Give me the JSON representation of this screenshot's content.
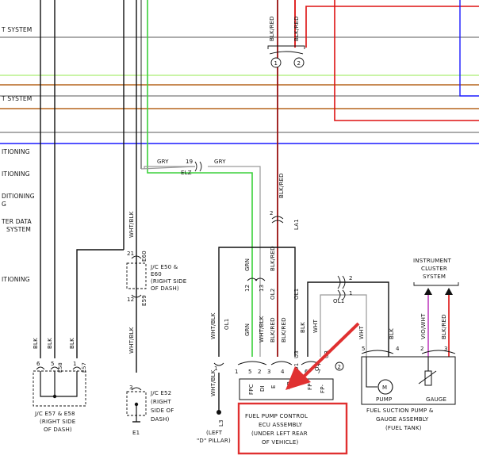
{
  "labels": {
    "left_systems": [
      "T SYSTEM",
      "T SYSTEM",
      "ITIONING",
      "ITIONING",
      "DITIONING",
      "G",
      "TER DATA",
      "SYSTEM",
      "ITIONING"
    ],
    "gry_left": "GRY",
    "gry_right": "GRY",
    "conn_19": "19",
    "elz": "ELZ",
    "blkred_top_1": "BLK/RED",
    "blkred_top_2": "BLK/RED",
    "circ_1": "1",
    "circ_2": "2",
    "blkred_mid": "BLK/RED",
    "la1_pin": "2",
    "la1": "LA1",
    "whtblk_vert": "WHT/BLK",
    "e60_pin": "21",
    "e60": "E60",
    "jc_e50_title": "J/C E50 &",
    "jc_e50_line2": "E60",
    "jc_e50_line3": "(RIGHT SIDE",
    "jc_e50_line4": "OF DASH)",
    "e59_pin": "12",
    "e59": "E59",
    "whtblk_lower": "WHT/BLK",
    "jc_e52_pin": "3",
    "jc_e52_title": "J/C E52",
    "jc_e52_line2": "(RIGHT",
    "jc_e52_line3": "SIDE OF",
    "jc_e52_line4": "DASH)",
    "e1": "E1",
    "blk1": "BLK",
    "blk2": "BLK",
    "blk3": "BLK",
    "pin_6": "6",
    "pin_5": "5",
    "pin_e58": "E58",
    "pin_1": "1",
    "pin_e57": "E57",
    "jc_e57_line1": "J/C E57 & E58",
    "jc_e57_line2": "(RIGHT SIDE",
    "jc_e57_line3": "OF DASH)",
    "whtblk_ol1": "WHT/BLK",
    "ol1_a": "OL1",
    "pin_ol1_1": "1",
    "whtblk_l3": "WHT/BLK",
    "l3": "L3",
    "l3_note1": "(LEFT",
    "l3_note2": "\"D\" PILLAR)",
    "grn1": "GRN",
    "grn2": "GRN",
    "pin_12": "12",
    "pin_13": "13",
    "blkred_ol2": "BLK/RED",
    "ol2": "OL2",
    "ol1_b": "OL1",
    "blkred_b": "BLK/RED",
    "whtblk_c": "WHT/BLK",
    "blkred_c": "BLK/RED",
    "blk_c": "BLK",
    "wht_c": "WHT",
    "o1": "O1",
    "u3a": "U3",
    "o2": "O2",
    "u3b": "U3",
    "circ_2b": "2",
    "pin_2c": "2",
    "pin_1c": "1",
    "ol1_c": "OL1",
    "wht_d": "WHT",
    "blk_d": "BLK",
    "ecu_pins": [
      "1",
      "5",
      "2",
      "3",
      "4",
      "6",
      "7"
    ],
    "fpc": "FPC",
    "di": "DI",
    "e_pin": "E",
    "plus_b": "+B",
    "fp": "FP",
    "fp_minus": "FP-",
    "ecu_title": "FUEL PUMP CONTROL",
    "ecu_line2": "ECU ASSEMBLY",
    "ecu_line3": "(UNDER LEFT REAR",
    "ecu_line4": "OF VEHICLE)",
    "inst_line1": "INSTRUMENT",
    "inst_line2": "CLUSTER",
    "inst_line3": "SYSTEM",
    "vio_wht": "VIO/WHT",
    "blk_red_pump": "BLK/RED",
    "pump_pins": [
      "5",
      "4",
      "2",
      "3"
    ],
    "motor": "M",
    "pump_label": "PUMP",
    "gauge_label": "GAUGE",
    "pump_title": "FUEL SUCTION PUMP &",
    "pump_line2": "GAUGE ASSEMBLY",
    "pump_line3": "(FUEL TANK)"
  },
  "colors": {
    "brown": "#b5651d",
    "blue": "#1a1aff",
    "red": "#dd1111",
    "green": "#3bd13b",
    "gray": "#9a9a9a",
    "purple": "#c040c0",
    "yellow_green": "#b8f08a",
    "arrow": "#e03030"
  }
}
